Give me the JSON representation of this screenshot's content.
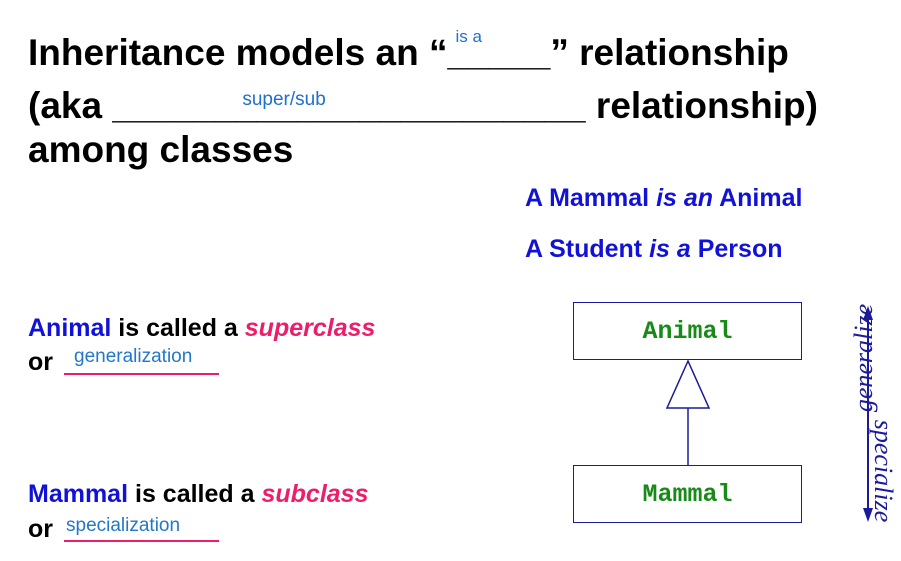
{
  "title": {
    "line1_pre": "Inheritance models an “",
    "blank1_fill": "is a",
    "blank1_underscores": "_____",
    "line1_post": "” relationship",
    "line2_pre": "(aka ",
    "blank2_fill": "super/sub",
    "blank2_underscores": "_______________________",
    "line2_post": " relationship)",
    "line3": "among classes"
  },
  "examples": {
    "ex1": {
      "a": "A ",
      "b": "Mammal ",
      "c": "is an",
      "d": " Animal"
    },
    "ex2": {
      "a": "A ",
      "b": "Student ",
      "c": "is a",
      "d": " Person"
    }
  },
  "superclass": {
    "name": "Animal",
    "mid": " is called a ",
    "term": "superclass",
    "or": "or ",
    "fill": "generalization"
  },
  "subclass": {
    "name": "Mammal",
    "mid": " is called a ",
    "term": "subclass",
    "or": "or ",
    "fill": "specialization"
  },
  "diagram": {
    "parent": "Animal",
    "child": "Mammal",
    "up_label": "generalize",
    "down_label": "specialize"
  },
  "colors": {
    "blue": "#1212d6",
    "pink": "#ee1d6a",
    "green": "#178a17",
    "handwriting": "#2377c9"
  }
}
